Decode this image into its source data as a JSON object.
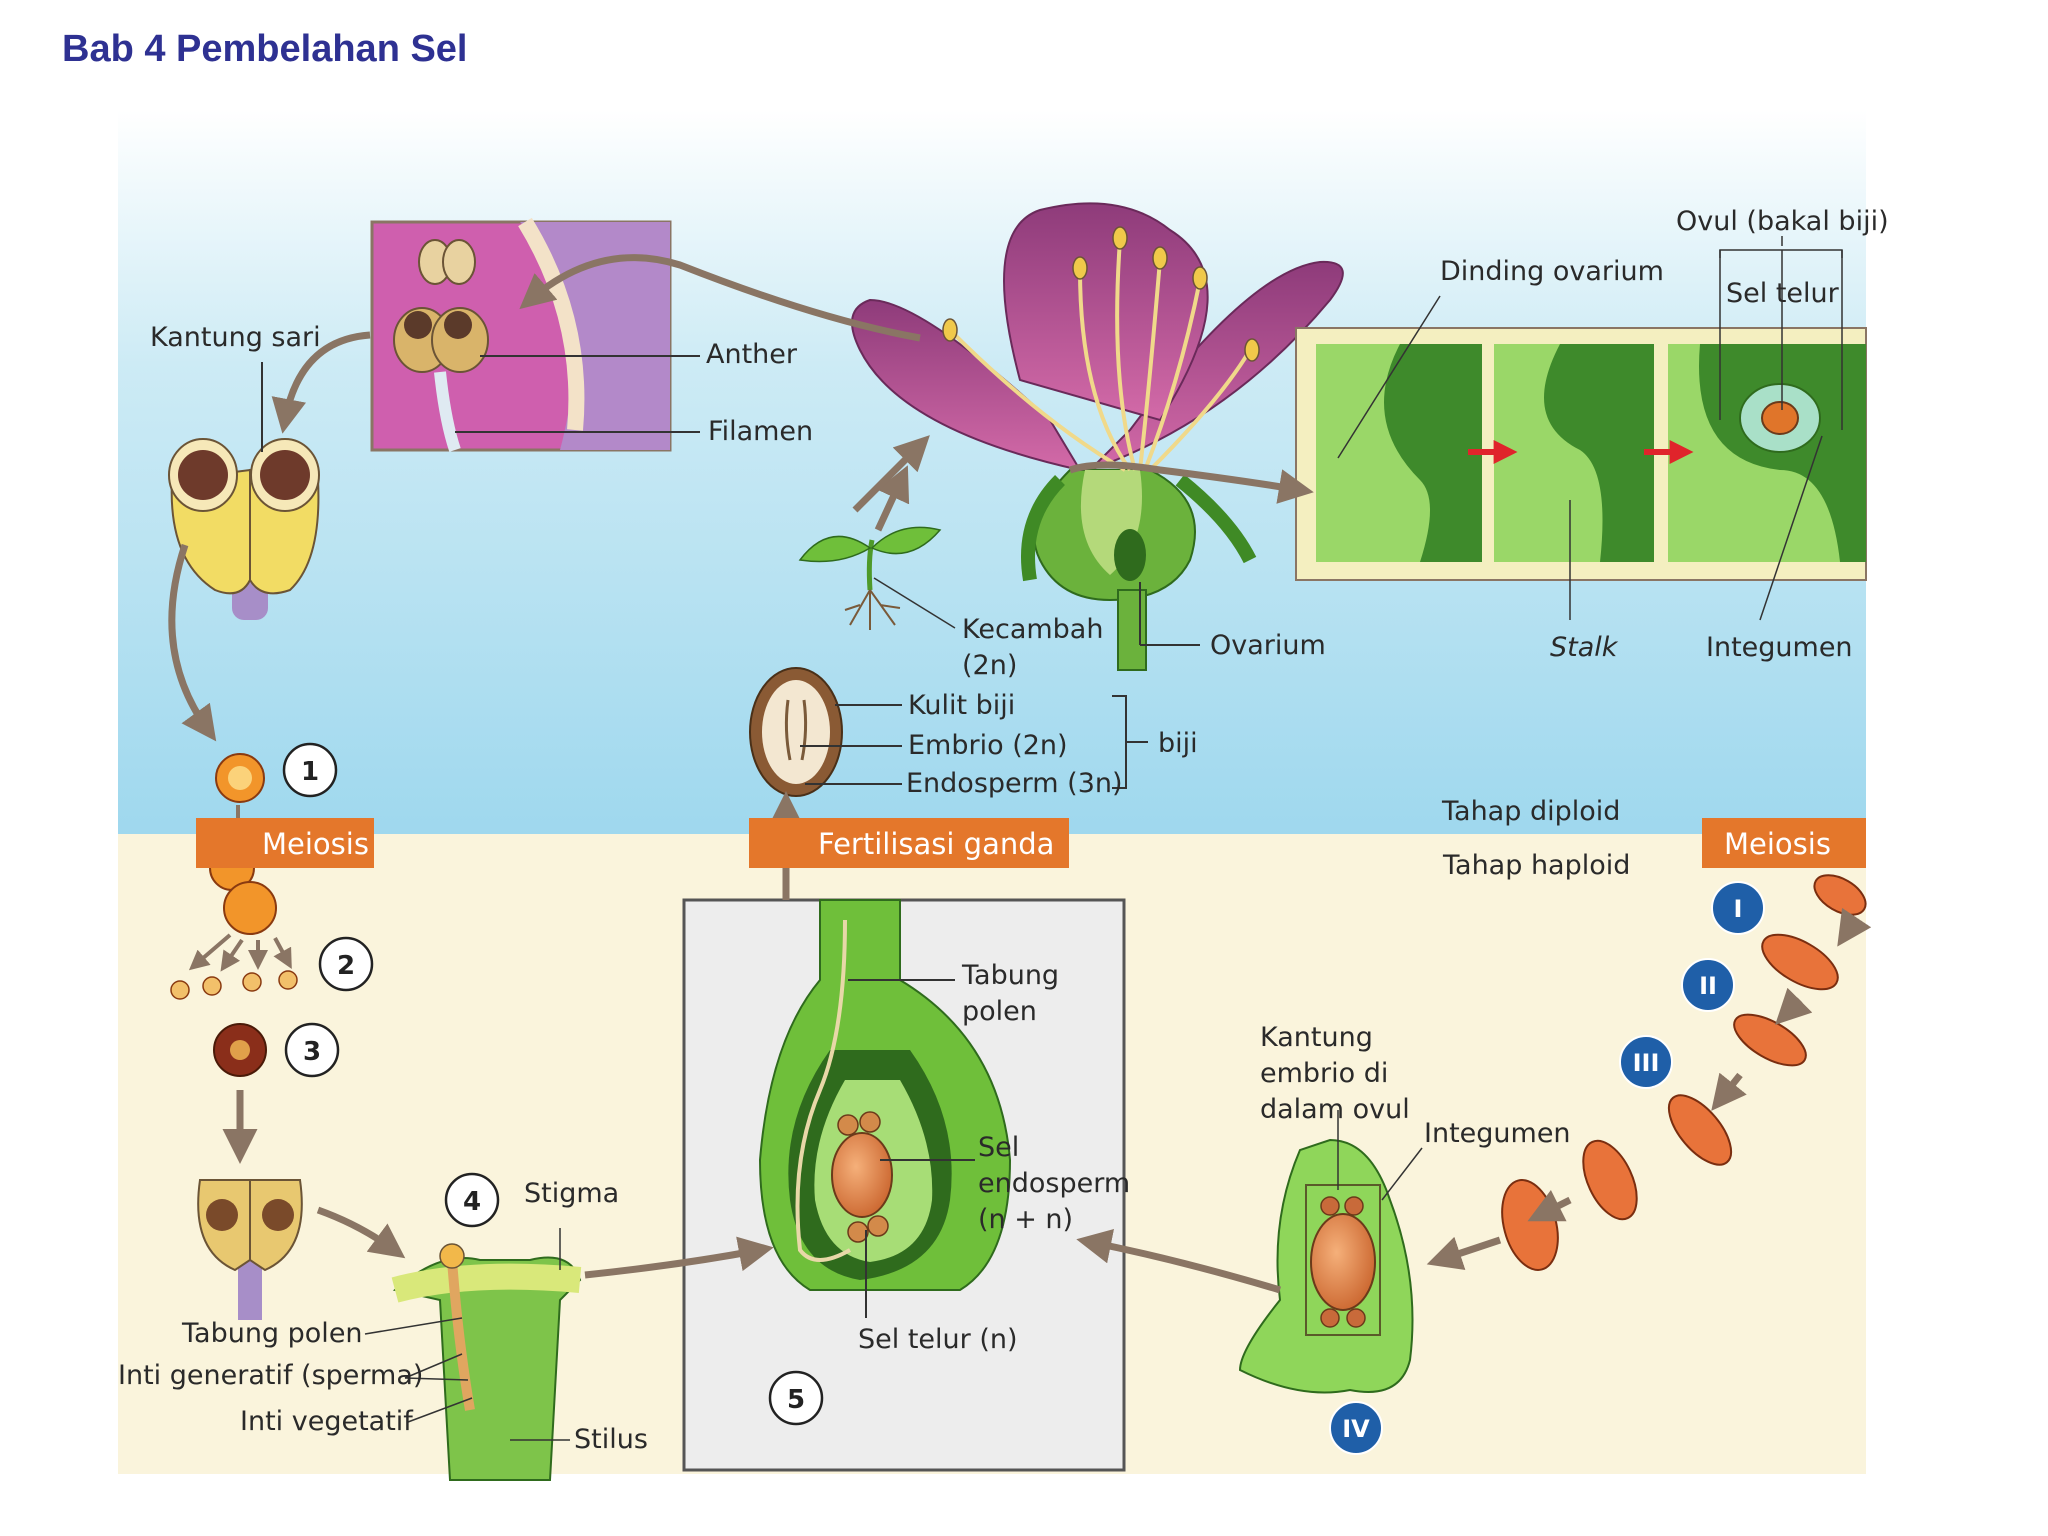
{
  "page": {
    "heading": "Bab 4 Pembelahan Sel"
  },
  "colors": {
    "diploid_bg": "#a9dcef",
    "haploid_bg": "#faf4dc",
    "banner": "#e4772b",
    "stage_badge": "#1f5fa8",
    "heading": "#2e3192",
    "arrow": "#8a7564",
    "petal": "#c0579a",
    "plant_green": "#5fae3a"
  },
  "labels": {
    "kantung_sari": "Kantung sari",
    "anther": "Anther",
    "filamen": "Filamen",
    "dinding_ovarium": "Dinding ovarium",
    "ovul": "Ovul (bakal biji)",
    "sel_telur": "Sel telur",
    "stalk": "Stalk",
    "integumen_top": "Integumen",
    "ovarium": "Ovarium",
    "kecambah_1": "Kecambah",
    "kecambah_2": "(2n)",
    "kulit_biji": "Kulit biji",
    "embrio": "Embrio (2n)",
    "endosperm": "Endosperm (3n)",
    "biji": "biji",
    "tahap_diploid": "Tahap diploid",
    "tahap_haploid": "Tahap haploid",
    "tabung_polen_box_1": "Tabung",
    "tabung_polen_box_2": "polen",
    "sel_endosperm_1": "Sel",
    "sel_endosperm_2": "endosperm",
    "sel_endosperm_3": "(n + n)",
    "sel_telur_n": "Sel telur (n)",
    "kantung_embrio_1": "Kantung",
    "kantung_embrio_2": "embrio di",
    "kantung_embrio_3": "dalam ovul",
    "integumen_bottom": "Integumen",
    "stigma": "Stigma",
    "tabung_polen": "Tabung polen",
    "inti_generatif": "Inti generatif (sperma)",
    "inti_vegetatif": "Inti vegetatif",
    "stilus": "Stilus"
  },
  "banners": {
    "meiosis_left": "Meiosis",
    "fertilisasi": "Fertilisasi ganda",
    "meiosis_right": "Meiosis"
  },
  "steps": {
    "s1": "1",
    "s2": "2",
    "s3": "3",
    "s4": "4",
    "s5": "5"
  },
  "stages": {
    "i": "I",
    "ii": "II",
    "iii": "III",
    "iv": "IV"
  }
}
